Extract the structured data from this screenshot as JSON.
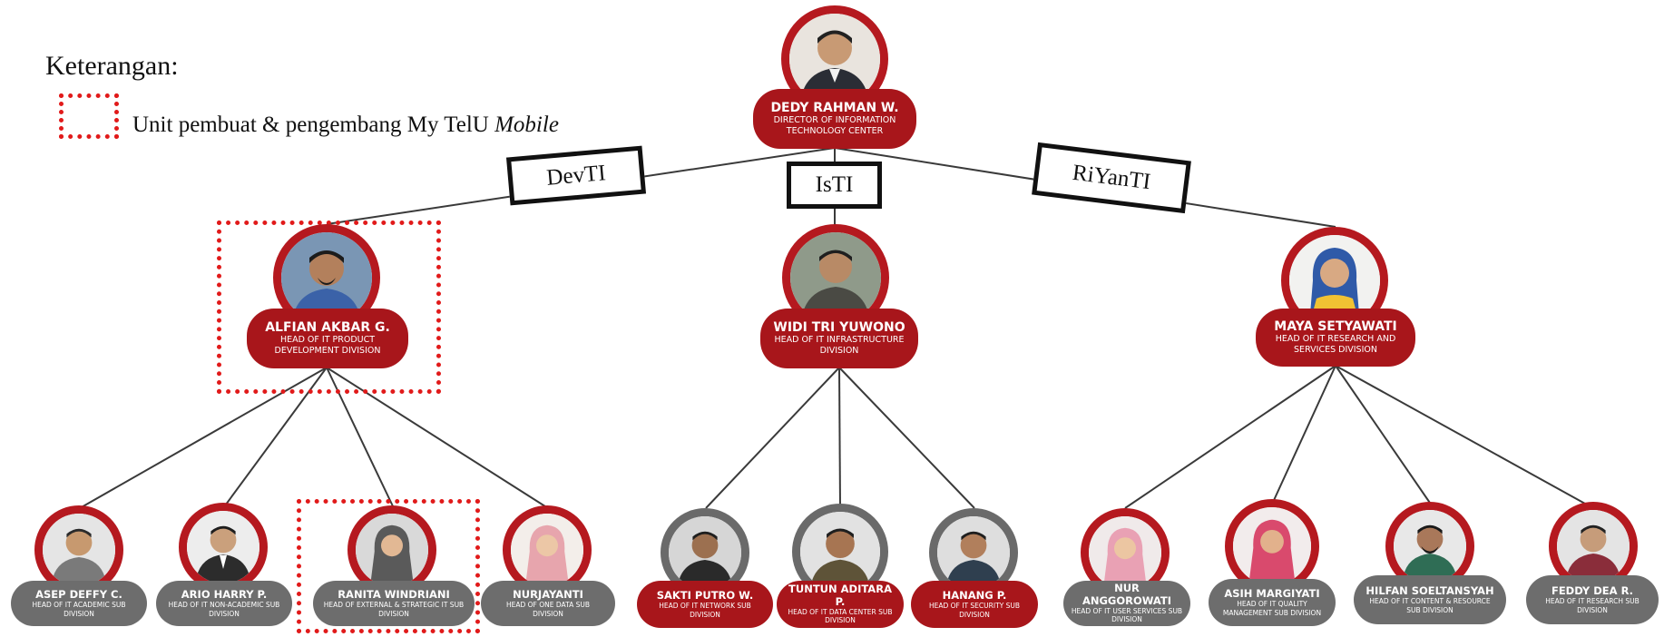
{
  "legend": {
    "title": "Keterangan:",
    "item_text": "Unit pembuat & pengembang My TelU",
    "item_text_italic": "Mobile",
    "box_color": "#e11a1a"
  },
  "branches": {
    "devti": "DevTI",
    "isti": "IsTI",
    "riyanti": "RiYanTI"
  },
  "colors": {
    "plate_red": "#a8161b",
    "plate_gray": "#6d6d6d",
    "ring_red": "#b5191f",
    "ring_gray": "#6a6a6a"
  },
  "director": {
    "name": "DEDY RAHMAN W.",
    "role": "DIRECTOR OF INFORMATION TECHNOLOGY CENTER"
  },
  "divisions": {
    "devti_head": {
      "name": "ALFIAN AKBAR G.",
      "role": "HEAD OF IT PRODUCT DEVELOPMENT DIVISION"
    },
    "isti_head": {
      "name": "WIDI TRI YUWONO",
      "role": "HEAD OF IT INFRASTRUCTURE DIVISION"
    },
    "riyanti_head": {
      "name": "MAYA SETYAWATI",
      "role": "HEAD OF IT RESEARCH AND SERVICES DIVISION"
    }
  },
  "subdivisions": [
    {
      "name": "ASEP DEFFY C.",
      "role": "HEAD OF IT ACADEMIC SUB DIVISION"
    },
    {
      "name": "ARIO HARRY P.",
      "role": "HEAD OF IT NON-ACADEMIC SUB DIVISION"
    },
    {
      "name": "RANITA WINDRIANI",
      "role": "HEAD OF EXTERNAL & STRATEGIC IT SUB DIVISION"
    },
    {
      "name": "NURJAYANTI",
      "role": "HEAD OF ONE DATA SUB DIVISION"
    },
    {
      "name": "SAKTI PUTRO W.",
      "role": "HEAD OF IT NETWORK SUB DIVISION"
    },
    {
      "name": "TUNTUN ADITARA P.",
      "role": "HEAD OF IT DATA CENTER SUB DIVISION"
    },
    {
      "name": "HANANG P.",
      "role": "HEAD OF IT SECURITY SUB DIVISION"
    },
    {
      "name": "NUR ANGGOROWATI",
      "role": "HEAD OF IT USER SERVICES SUB DIVISION"
    },
    {
      "name": "ASIH MARGIYATI",
      "role": "HEAD OF IT QUALITY MANAGEMENT SUB DIVISION"
    },
    {
      "name": "HILFAN SOELTANSYAH",
      "role": "HEAD OF IT CONTENT & RESOURCE SUB DIVISION"
    },
    {
      "name": "FEDDY DEA R.",
      "role": "HEAD OF IT RESEARCH SUB DIVISION"
    }
  ]
}
